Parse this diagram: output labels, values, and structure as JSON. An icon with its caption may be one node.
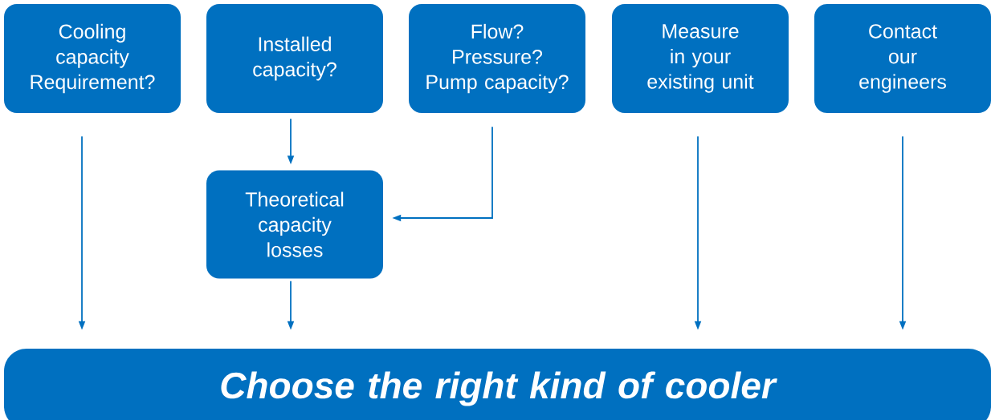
{
  "diagram": {
    "nodes": [
      {
        "text": [
          "Cooling capacity Requirement?"
        ]
      },
      {
        "text": [
          "Installed capacity?"
        ]
      },
      {
        "text": [
          "Flow? Pressure? Pump capacity?"
        ]
      },
      {
        "text": [
          "Measure in your existing unit"
        ]
      },
      {
        "text": [
          "Contact our engineers"
        ]
      },
      {
        "text": [
          "Theoretical capacity losses"
        ]
      },
      {
        "text": [
          "Choose the right kind of cooler"
        ]
      }
    ],
    "edges": [
      {
        "from": 0,
        "to": 6,
        "arrow": "to"
      },
      {
        "from": 1,
        "to": 5,
        "arrow": "to"
      },
      {
        "from": 2,
        "to": 5,
        "arrow": "to"
      },
      {
        "from": 5,
        "to": 6,
        "arrow": "to"
      },
      {
        "from": 3,
        "to": 6,
        "arrow": "to"
      },
      {
        "from": 4,
        "to": 6,
        "arrow": "to"
      }
    ]
  }
}
